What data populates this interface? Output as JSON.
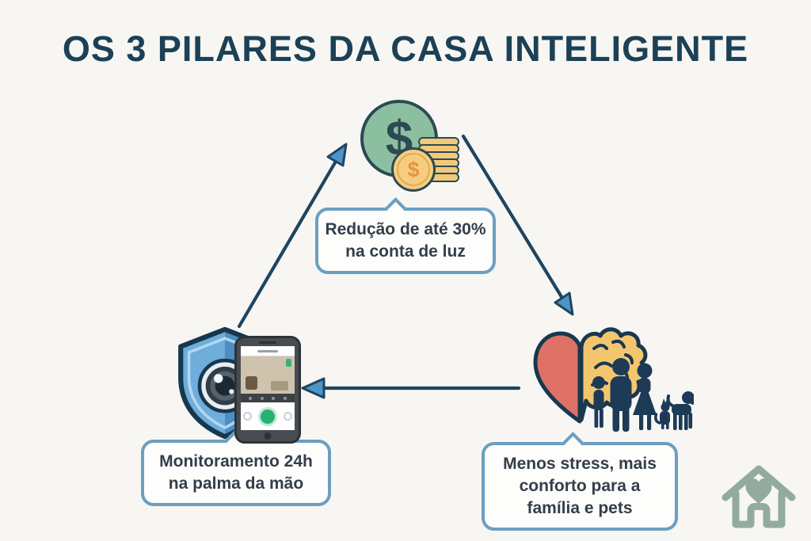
{
  "title": "OS 3 PILARES DA CASA INTELIGENTE",
  "pillars": {
    "economy": {
      "icon": "dollar-coins-icon",
      "dollar_symbol": "$",
      "lines": [
        "Redução de até 30%",
        "na conta de luz"
      ],
      "label": "Redução de até 30% na conta de luz"
    },
    "security": {
      "icon": "shield-camera-smartphone-icon",
      "lines": [
        "Monitoramento 24h",
        "na palma da mão"
      ],
      "label": "Monitoramento 24h na palma da mão"
    },
    "comfort": {
      "icon": "heart-brain-family-pets-icon",
      "lines": [
        "Menos stress, mais",
        "conforto para a",
        "família e pets"
      ],
      "label": "Menos stress, mais conforto para a família e pets"
    }
  },
  "logo_icon": "house-heart-icon",
  "colors": {
    "background": "#f7f6f3",
    "title_text": "#1c4156",
    "arrow_line": "#1e4560",
    "arrowhead_fill": "#4e94c6",
    "bubble_border": "#6b9fc0",
    "bubble_text": "#333e49",
    "money_green": "#8cbf9f",
    "coin_gold": "#f3c879",
    "shield_blue": "#4a8ec5",
    "heart_red": "#de7166",
    "brain_yellow": "#f3c66e",
    "silhouette_navy": "#1d3a57",
    "logo_green": "#93ab9d"
  }
}
